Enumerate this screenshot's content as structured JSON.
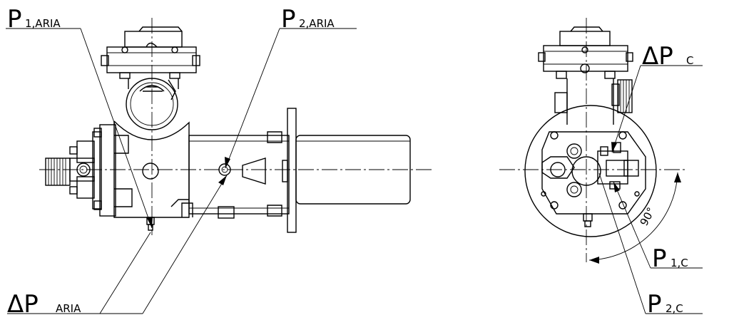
{
  "labels": {
    "p1_aria": {
      "main": "P",
      "sub": "1,ARIA"
    },
    "p2_aria": {
      "main": "P",
      "sub": "2,ARIA"
    },
    "dp_aria": {
      "main": "ΔP",
      "sub": "ARIA"
    },
    "dp_c": {
      "main": "ΔP",
      "sub": "C"
    },
    "p1_c": {
      "main": "P",
      "sub": "1,C"
    },
    "p2_c": {
      "main": "P",
      "sub": "2,C"
    }
  },
  "angle_label": "90°"
}
